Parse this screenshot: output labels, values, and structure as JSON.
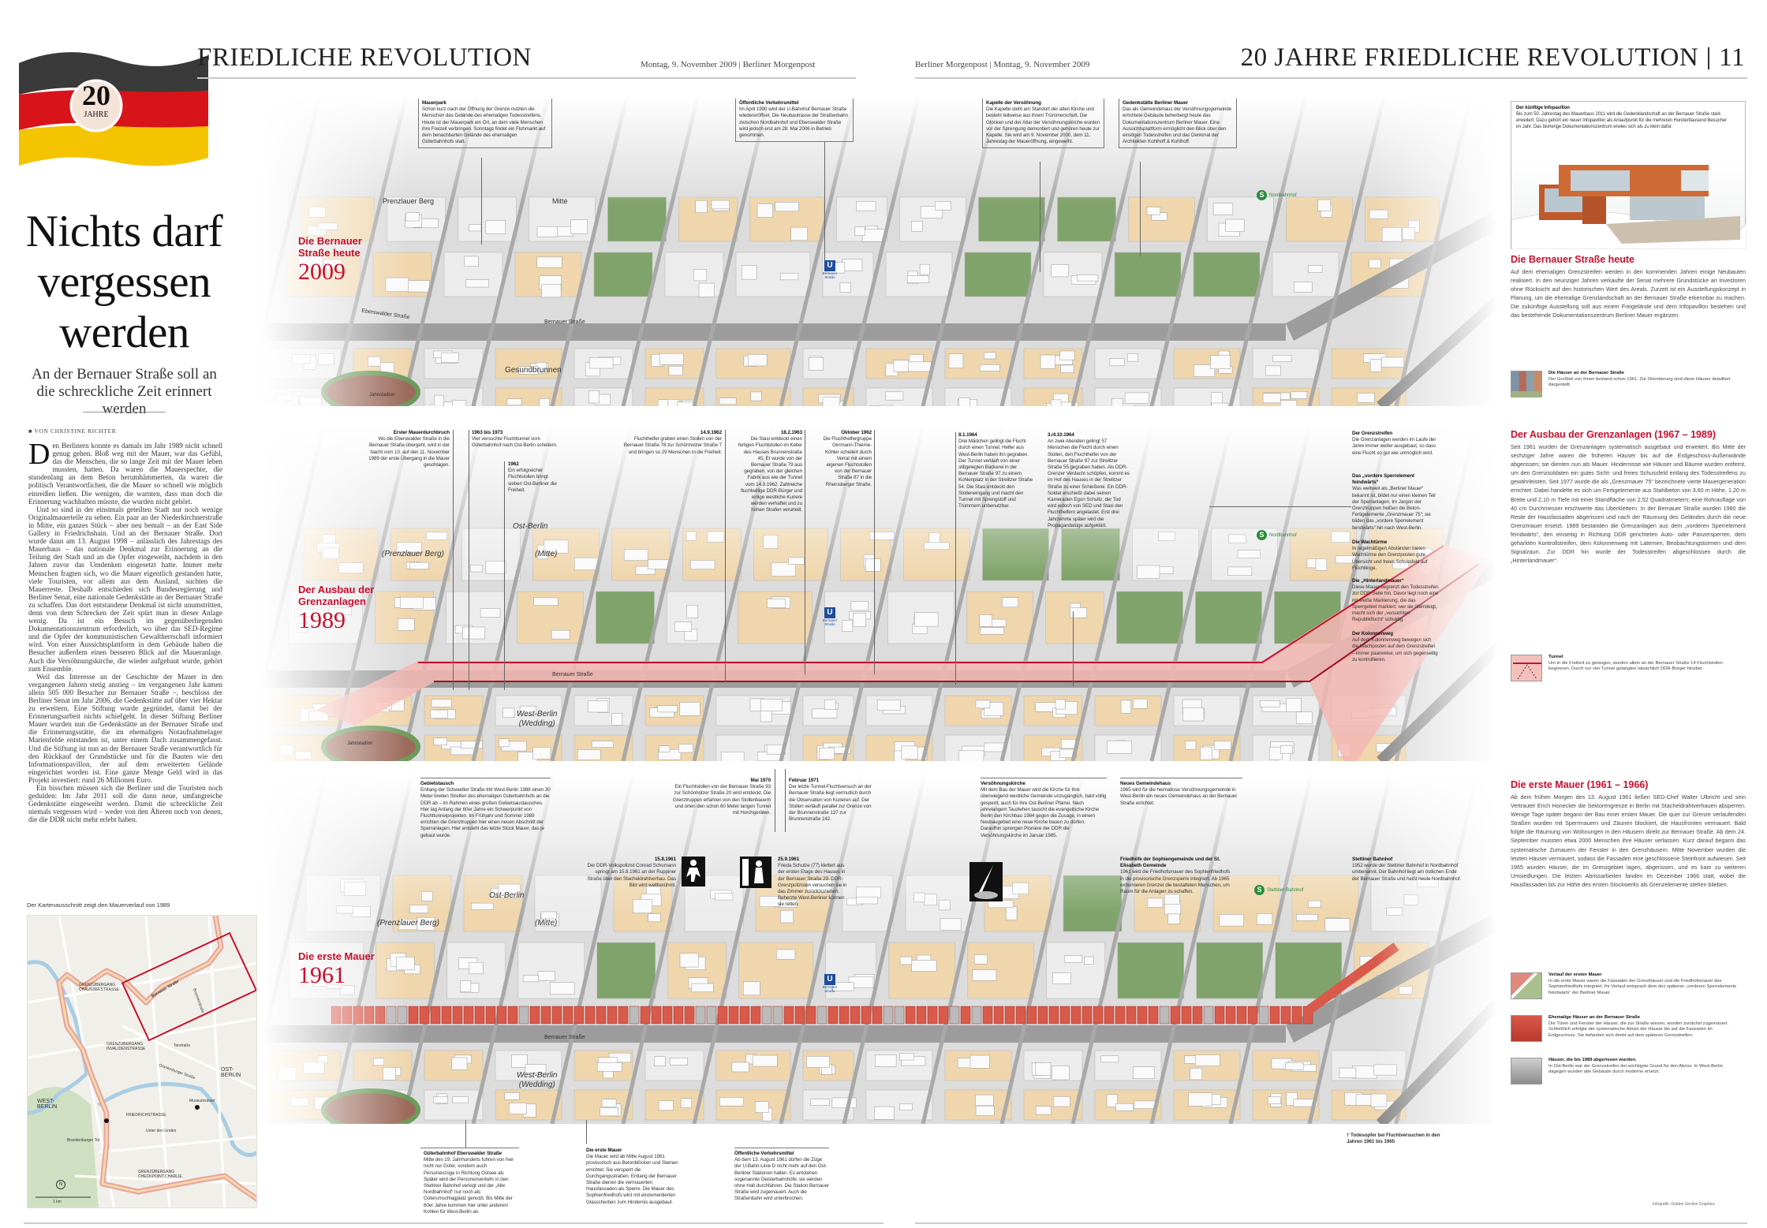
{
  "header": {
    "left_title": "FRIEDLICHE REVOLUTION",
    "left_date": "Montag, 9. November 2009 | Berliner Morgenpost",
    "right_date": "Berliner Morgenpost | Montag, 9. November 2009",
    "right_title": "20 JAHRE FRIEDLICHE REVOLUTION",
    "page_number": "11",
    "logo": {
      "number": "20",
      "word": "JAHRE"
    },
    "flag_colors": [
      "#3a3a3a",
      "#d7141a",
      "#f5c400"
    ]
  },
  "article": {
    "headline": [
      "Nichts darf",
      "vergessen",
      "werden"
    ],
    "subhead": "An der Bernauer Straße soll an die schreckliche Zeit erinnert werden",
    "byline": "VON CHRISTINE RICHTER",
    "dropcap": "D",
    "paragraphs": [
      "en Berlinern konnte es damals im Jahr 1989 nicht schnell genug gehen. Bloß weg mit der Mauer, war das Gefühl, das die Menschen, die so lange Zeit mit der Mauer leben mussten, hatten. Da waren die Mauerspechte, die stundenlang an dem Beton herumhämmerten, da waren die politisch Verantwortlichen, die die Mauer so schnell wie möglich einreißen ließen. Die wenigen, die warnten, dass man doch die Erinnerung wachhalten müsste, die wurden nicht gehört.",
      "Und so sind in der einstmals geteilten Stadt nur noch wenige Originalmauerteile zu sehen. Ein paar an der Niederkirchnerstraße in Mitte, ein ganzes Stück – aber neu bemalt – an der East Side Gallery in Friedrichshain. Und an der Bernauer Straße. Dort wurde dann am 13. August 1998 – anlässlich des Jahrestags des Mauerbaus – das nationale Denkmal zur Erinnerung an die Teilung der Stadt und an die Opfer eingeweiht, nachdem in den Jahren zuvor das Umdenken eingesetzt hatte. Immer mehr Menschen fragten sich, wo die Mauer eigentlich gestanden hatte, viele Touristen, vor allem aus dem Ausland, suchten die Mauerreste. Deshalb entschieden sich Bundesregierung und Berliner Senat, eine nationale Gedenkstätte an der Bernauer Straße zu schaffen. Das dort entstandene Denkmal ist nicht unumstritten, denn von dem Schrecken der Zeit spürt man in dieser Anlage wenig. Da ist ein Besuch im gegenüberliegenden Dokumentationszentrum erforderlich, wo über das SED-Regime und die Opfer der kommunistischen Gewaltherrschaft informiert wird. Von einer Aussichtsplattform in dem Gebäude haben die Besucher außerdem einen besseren Blick auf die Maueranlage. Auch die Versöhnungskirche, die wieder aufgebaut wurde, gehört zum Ensemble.",
      "Weil das Interesse an der Geschichte der Mauer in den vergangenen Jahren stetig anstieg – im vergangenen Jahr kamen allein 505 000 Besucher zur Bernauer Straße –, beschloss der Berliner Senat im Jahr 2006, die Gedenkstätte auf über vier Hektar zu erweitern. Eine Stiftung wurde gegründet, damit bei der Erinnerungsarbeit nichts schiefgeht. In dieser Stiftung Berliner Mauer wurden nun die Gedenkstätte an der Bernauer Straße und die Erinnerungsstätte, die im ehemaligen Notaufnahmelager Marienfelde entstanden ist, unter einem Dach zusammengefasst. Und die Stiftung ist nun an der Bernauer Straße verantwortlich für den Rückkauf der Grundstücke und für die Bauten wie den Informationspavillon, der auf dem erweiterten Gelände eingerichtet worden ist. Eine ganze Menge Geld wird in das Projekt investiert: rund 26 Millionen Euro.",
      "Ein bisschen müssen sich die Berliner und die Touristen noch gedulden: Im Jahr 2011 soll die dann neue, umfangreiche Gedenkstätte eingeweiht werden. Damit die schreckliche Zeit niemals vergessen wird – weder von den Älteren noch von denen, die die DDR nicht mehr erlebt haben."
    ]
  },
  "locator_map": {
    "caption": "Der Kartenausschnitt zeigt den Mauerverlauf von 1989",
    "labels": {
      "chaussee": "GRENZÜBERGANG CHAUSSEESTRASSE",
      "invaliden": "GRENZÜBERGANG INVALIDENSTRASSE",
      "torstrasse": "Torstraße",
      "oranienburger": "Oranienburger Straße",
      "ost": "OST-BERLIN",
      "museumsinsel": "Museumsinsel",
      "west": "WEST-BERLIN",
      "friedrichstrasse": "FRIEDRICHSTRASSE",
      "linden": "Unter den Linden",
      "tor": "Brandenburger Tor",
      "checkpoint": "GRENZÜBERGANG CHECKPOINT CHARLIE",
      "bernauer": "Bernauer Straße",
      "brunnen": "Brunnenstraße",
      "scale": "1 km",
      "north": "N"
    }
  },
  "panels": [
    {
      "label": "Die Bernauer Straße heute",
      "year": "2009",
      "places": {
        "prenzlauer": "Prenzlauer Berg",
        "mitte": "Mitte",
        "gesundbrunnen": "Gesundbrunnen",
        "street": "Bernauer Straße",
        "stadion": "Jahnstadion",
        "sbahn": "Nordbahnhof",
        "ubahn": "Bernauer Straße",
        "ebers": "Eberswalder Straße"
      },
      "annotations": [
        {
          "title": "Mauerpark",
          "text": "Schon kurz nach der Öffnung der Grenze nutzten die Menschen das Gelände des ehemaligen Todesstreifens. Heute ist der Mauerpark ein Ort, an dem viele Menschen ihre Freizeit verbringen. Sonntags findet ein Flohmarkt auf dem benachbarten Gelände des ehemaligen Güterbahnhofs statt."
        },
        {
          "title": "Öffentliche Verkehrsmittel",
          "text": "Im April 1990 wird der U-Bahnhof Bernauer Straße wiedereröffnet. Die Neubautrasse der Straßenbahn zwischen Nordbahnhof und Eberswalder Straße wird jedoch erst am 28. Mai 2006 in Betrieb genommen."
        },
        {
          "title": "Kapelle der Versöhnung",
          "text": "Die Kapelle steht am Standort der alten Kirche und besteht teilweise aus ihrem Trümmerschutt. Die Glocken und der Altar der Versöhnungskirche wurden vor der Sprengung demontiert und gehören heute zur Kapelle. Sie wird am 9. November 2000, dem 11. Jahrestag der Maueröffnung, eingeweiht."
        },
        {
          "title": "Gedenkstätte Berliner Mauer",
          "text": "Das als Gemeindehaus der Versöhnungsgemeinde errichtete Gebäude beherbergt heute das Dokumentationszentrum Berliner Mauer. Eine Aussichtsplattform ermöglicht den Blick über den einstigen Todesstreifen und das Denkmal der Architekten Kohlhoff & Kohlhoff."
        }
      ]
    },
    {
      "label": "Der Ausbau der Grenzanlagen",
      "year": "1989",
      "places": {
        "ost": "Ost-Berlin",
        "prenzlauer": "(Prenzlauer Berg)",
        "mitte": "(Mitte)",
        "west": "West-Berlin",
        "wedding": "(Wedding)",
        "stadion": "Jahnstadion",
        "street": "Bernauer Straße",
        "sbahn": "Nordbahnhof",
        "ubahn": "Bernauer Straße"
      },
      "annotations": [
        {
          "title": "Erster Mauerdurchbruch",
          "text": "Wo die Eberswalder Straße in die Bernauer Straße übergeht, wird in der Nacht vom 10. auf den 11. November 1989 der erste Übergang in die Mauer geschlagen."
        },
        {
          "title": "1963 bis 1973",
          "text": "Vier versuchte Fluchttunnel vom Güterbahnhof nach Ost-Berlin scheitern."
        },
        {
          "title": "1962",
          "text": "Ein erfolgreicher Fluchtstollen bringt sieben Ost-Berliner die Freiheit."
        },
        {
          "title": "14.9.1962",
          "text": "Fluchthelfer graben einen Stollen von der Bernauer Straße 78 zur Schönholzer Straße 7 und bringen so 29 Menschen in die Freiheit."
        },
        {
          "title": "18.2.1963",
          "text": "Die Stasi entdeckt einen fertigen Fluchtstollen im Keller des Hauses Brunnenstraße 45. Er wurde von der Bernauer Straße 79 aus gegraben, von der gleichen Fabrik aus wie der Tunnel vom 14.9.1962. Zahlreiche fluchtwillige DDR-Bürger und einige westliche Kuriere werden verhaftet und zu hohen Strafen verurteilt."
        },
        {
          "title": "Oktober 1962",
          "text": "Die Fluchthelfergruppe Girrmann-Thieme-Köhler scheitert durch Verrat mit einem eigenen Fluchtstollen von der Bernauer Straße 87 in die Rheinsberger Straße."
        },
        {
          "title": "8.1.1964",
          "text": "Drei Mädchen gelingt die Flucht durch einen Tunnel. Helfer aus West-Berlin haben ihn gegraben. Der Tunnel verläuft von einer stillgelegten Bäckerei in der Bernauer Straße 97 zu einem Kohlenplatz in der Strelitzer Straße 54. Die Stasi entdeckt den Stolleneingang und macht den Tunnel mit Sprengstoff und Trümmern unbenutzbar."
        },
        {
          "title": "3./4.10.1964",
          "text": "An zwei Abenden gelingt 57 Menschen die Flucht durch einen Stollen, den Fluchthelfer von der Bernauer Straße 97 zur Strelitzer Straße 55 gegraben haben. Als DDR-Grenzer Verdacht schöpfen, kommt es im Hof des Hauses in der Strelitzer Straße zu einer Schießerei. Ein DDR-Soldat erschießt dabei seinen Kameraden Egon Schultz, der Tod wird jedoch von SED und Stasi den Fluchthelfern angelastet. Erst drei Jahrzehnte später wird die Propagandalüge aufgeklärt."
        },
        {
          "title": "Der Grenzstreifen",
          "text": "Die Grenzanlagen werden im Laufe der Jahre immer weiter ausgebaut, so dass eine Flucht so gut wie unmöglich wird."
        },
        {
          "title": "Das „vordere Sperrelement feindwärts“",
          "text": "Was weltweit als „Berliner Mauer“ bekannt ist, bildet nur einen kleinen Teil der Sperranlagen. Im Jargon der Grenztruppen heißen die Beton-Fertigelemente „Grenzmauer 75“; sie bilden das „vordere Sperrelement feindwärts“ hin nach West-Berlin."
        },
        {
          "title": "Die Wachtürme",
          "text": "In regelmäßigen Abständen bieten Wachtürme den Grenzposten gute Übersicht und freies Schussfeld auf Flüchtlinge."
        },
        {
          "title": "Die „Hinterlandmauer“",
          "text": "Diese Mauer begrenzt den Todesstreifen zur DDR-Seite hin. Davor liegt noch eine rot-weiße Markierung, die das Sperrgebiet markiert; wer sie übersteigt, macht sich der „versuchten Republikflucht“ schuldig."
        },
        {
          "title": "Der Kolonnenweg",
          "text": "Auf dem Kolonnenweg bewegen sich die Wachposten auf dem Grenzstreifen – immer paarweise, um sich gegenseitig zu kontrollieren."
        }
      ]
    },
    {
      "label": "Die erste Mauer",
      "year": "1961",
      "places": {
        "ost": "Ost-Berlin",
        "prenzlauer": "(Prenzlauer Berg)",
        "mitte": "(Mitte)",
        "west": "West-Berlin",
        "wedding": "(Wedding)",
        "street": "Bernauer Straße",
        "sbahn": "Stettiner Bahnhof",
        "ubahn": "Bernauer Straße"
      },
      "annotations": [
        {
          "title": "Gebietstausch",
          "text": "Entlang der Schwedter Straße tritt West-Berlin 1988 einen 30 Meter breiten Streifen des ehemaligen Güterbahnhofs an die DDR ab – im Rahmen eines großen Gebietsaustausches. Hier lag Anfang der 60er Jahre ein Schwerpunkt von Fluchttunnelprojekten. Im Frühjahr und Sommer 1989 errichten die Grenztruppen hier einen neuen Abschnitt der Sperranlagen. Hier entsteht das letzte Stück Mauer, das je gebaut wurde."
        },
        {
          "title": "Mai 1970",
          "text": "Ein Fluchtstollen von der Bernauer Straße 93 zur Schönholzer Straße 20 wird entdeckt. Die Grenztruppen erfahren von den Stollenbauern und orten den schon 60 Meter langen Tunnel mit Horchgeräten."
        },
        {
          "title": "Februar 1971",
          "text": "Der letzte Tunnel-Fluchtversuch an der Bernauer Straße liegt vermutlich durch die Observation von Kurieren auf. Der Stollen verläuft parallel zur Grenze von der Brunnenstraße 137 zur Brunnenstraße 142."
        },
        {
          "title": "Versöhnungskirche",
          "text": "Mit dem Bau der Mauer wird die Kirche für ihre überwiegend westliche Gemeinde unzugänglich, bald völlig gesperrt, auch für ihre Ost-Berliner Pfarrer. Nach jahrelangem Tauziehen tauscht die evangelische Kirche Berlin den Kirchbau 1984 gegen die Zusage, in einem Neubaugebiet eine neue Kirche bauen zu dürfen. Daraufhin sprengen Pioniere der DDR die Versöhnungskirche im Januar 1985."
        },
        {
          "title": "Neues Gemeindehaus",
          "text": "1965 wird für die heimatlose Versöhnungsgemeinde in West-Berlin ein neues Gemeindehaus an der Bernauer Straße errichtet."
        },
        {
          "title": "15.8.1961",
          "text": "Der DDR-Volkspolizist Conrad Schumann springt am 15.8.1961 an der Ruppiner Straße über den Stacheldrahtverhau. Das Bild wird weltberühmt."
        },
        {
          "title": "25.9.1961",
          "text": "Frieda Schulze (77) klettert aus der ersten Etage des Hauses in der Bernauer Straße 29. DDR-Grenzpolizisten versuchen sie in das Zimmer zurückzuziehen. Beherzte West-Berliner können sie retten."
        },
        {
          "title": "Friedhöfe der Sophiengemeinde und der St. Elisabeth Gemeinde",
          "text": "1961 wird die Friedhofsmauer des Sophienfriedhofs in die provisorische Grenzsperre integriert. Ab 1965 exhumieren Grenzer die bestatteten Menschen, um Raum für die Anlagen zu schaffen."
        },
        {
          "title": "Stettiner Bahnhof",
          "text": "1952 wurde der Stettiner Bahnhof in Nordbahnhof umbenannt. Der Bahnhof liegt am östlichen Ende der Bernauer Straße und heißt heute Nordbahnhof."
        },
        {
          "title": "Güterbahnhof Eberswalder Straße",
          "text": "Mitte des 19. Jahrhunderts fuhren von hier nicht nur Güter, sondern auch Personenzüge in Richtung Ostsee ab. Später wird der Personenverkehr in den Stettiner Bahnhof verlegt und der „Alte Nordbahnhof“ nur noch als Güterumschlagplatz genutzt. Bis Mitte der 60er Jahre kommen hier unter anderem Kohlen für West-Berlin an."
        },
        {
          "title": "Die erste Mauer",
          "text": "Die Mauer wird ab Mitte August 1961 provisorisch aus Betonblöcken und Steinen errichtet. Sie versperrt die Durchgangsstraßen. Entlang der Bernauer Straße dienen die vermauerten Hausfassaden als Sperre. Die Mauer des Sophienfriedhofs wird mit einzementierten Glasscherben zum Hindernis ausgebaut."
        },
        {
          "title": "Öffentliche Verkehrsmittel",
          "text": "Ab dem 13. August 1961 dürfen die Züge der U-Bahn-Linie D nicht mehr auf den Ost-Berliner Stationen halten. Es entstehen sogenannte Geisterbahnhöfe; sie werden ohne Halt durchfahren. Die Station Bernauer Straße wird zugemauert. Auch die Straßenbahn wird unterbrochen."
        }
      ],
      "footnote": "† Todesopfer bei Fluchtversuchen in den Jahren 1961 bis 1965"
    }
  ],
  "right_column": {
    "infopavillon": {
      "title": "Der künftige Infopavillon",
      "text": "Bis zum 50. Jahrestag des Mauerbaus 2011 wird die Gedenklandschaft an der Bernauer Straße stark erweitert. Dazu gehört ein neuer Infopavillon als Anlaufpunkt für die mehreren Hunderttausend Besucher im Jahr. Das bisherige Dokumentationszentrum erwies sich als zu klein dafür."
    },
    "sections": [
      {
        "heading": "Die Bernauer Straße heute",
        "text": "Auf dem ehemaligen Grenzstreifen werden in den kommenden Jahren einige Neubauten realisiert. In den neunziger Jahren verkaufte der Senat mehrere Grundstücke an Investoren ohne Rücksicht auf den historischen Wert des Areals. Zurzeit ist ein Ausstellungskonzept in Planung, um die ehemalige Grenzlandschaft an der Bernauer Straße erkennbar zu machen. Die zukünftige Ausstellung soll aus einem Freigelände und dem Infopavillon bestehen und das bestehende Dokumentationszentrum Berliner Mauer ergänzen."
      },
      {
        "heading": "Der Ausbau der Grenzanlagen (1967 – 1989)",
        "text": "Seit 1961 wurden die Grenzanlagen systematisch ausgebaut und erweitert. Bis Mitte der sechziger Jahre waren die früheren Häuser bis auf die Erdgeschoss-Außenwände abgerissen; sie dienten nun als Mauer. Hindernisse wie Häuser und Bäume wurden entfernt, um den Grenzsoldaten ein gutes Sicht- und freies Schussfeld entlang des Todesstreifens zu gewährleisten. Seit 1977 wurde die als „Grenzmauer 75“ bezeichnete vierte Mauergeneration errichtet. Dabei handelte es sich um Fertigelemente aus Stahlbeton von 3,60 m Höhe, 1,20 m Breite und 2,10 m Tiefe mit einer Standfläche von 2,52 Quadratmetern; eine Rohrauflage von 40 cm Durchmesser erschwerte das Überklettern. In der Bernauer Straße wurden 1980 die Reste der Hausfassaden abgerissen und nach der Räumung des Geländes durch die neue Grenzmauer ersetzt. 1989 bestanden die Grenzanlagen aus dem „vorderen Sperrelement feindwärts“, den einseitig in Richtung DDR gerichteten Auto- oder Panzersperren, dem geharkten Kontrollstreifen, dem Kolonnenweg mit Laternen, Beobachtungstürmen und dem Signalzaun. Zur DDR hin wurde der Todesstreifen abgeschlossen durch die „Hinterlandmauer“."
      },
      {
        "heading": "Die erste Mauer (1961 – 1966)",
        "text": "Ab dem frühen Morgen des 13. August 1961 ließen SED-Chef Walter Ulbricht und sein Vertrauter Erich Honecker die Sektorengrenze in Berlin mit Stacheldrahtverhauen absperren. Wenige Tage später begann der Bau einer ersten Mauer. Die quer zur Grenze verlaufenden Straßen wurden mit Sperrmauern und Zäunen blockiert, die Hausfronten vermauert. Bald folgte die Räumung von Wohnungen in den Häusern direkt zur Bernauer Straße. Ab dem 24. September mussten etwa 2000 Menschen ihre Häuser verlassen. Kurz darauf begann das systematische Zumauern der Fenster in den Grenzhäusern. Mitte November wurden die letzten Häuser vermauert, sodass die Fassaden eine geschlossene Steinfront aufwiesen. Seit 1965 wurden Häuser, die im Grenzgebiet lagen, abgerissen, und es kam zu weiteren Umsiedlungen. Die letzten Abrissarbeiten fanden im Dezember 1966 statt, wobei die Hausfassaden bis zur Höhe des ersten Stockwerks als Grenzelemente stehen blieben."
      }
    ],
    "legend": [
      {
        "title": "Die Häuser an der Bernauer Straße",
        "text": "Der Großteil von ihnen bestand schon 1961. Zur Orientierung sind diese Häuser detailliert dargestellt."
      },
      {
        "title": "Tunnel",
        "text": "Um in die Freiheit zu gelangen, wurden allein an der Bernauer Straße 14 Fluchtstollen begonnen. Durch nur vier Tunnel gelangten tatsächlich DDR-Bürger hinüber."
      },
      {
        "title": "Verlauf der ersten Mauer",
        "text": "In die erste Mauer waren die Fassaden der Grenzhäuser und die Friedhofsmauer des Sophienfriedhofs integriert. Ihr Verlauf entsprach dem des späteren „vorderen Sperrelements feindwärts“ der Berliner Mauer."
      },
      {
        "title": "Ehemalige Häuser an der Bernauer Straße",
        "text": "Die Türen und Fenster der Häuser, die zur Straße wiesen, wurden zunächst zugemauert. Schließlich erfolgte der systematische Abriss der Häuser bis auf die Fassaden im Erdgeschoss. Sie befanden sich direkt auf dem späteren Grenzstreifen."
      },
      {
        "title": "Häuser, die bis 1989 abgerissen wurden.",
        "text": "In Ost-Berlin war der Grenzstreifen der wichtigste Grund für den Abriss. In West-Berlin dagegen wurden alte Gebäude durch moderne ersetzt."
      }
    ],
    "credit": "Infografik: Golden Section Graphics"
  },
  "colors": {
    "accent_red": "#c8102e",
    "wall_red": "#f3b7b3",
    "green": "#7fa36a",
    "beige": "#efd6ad"
  }
}
